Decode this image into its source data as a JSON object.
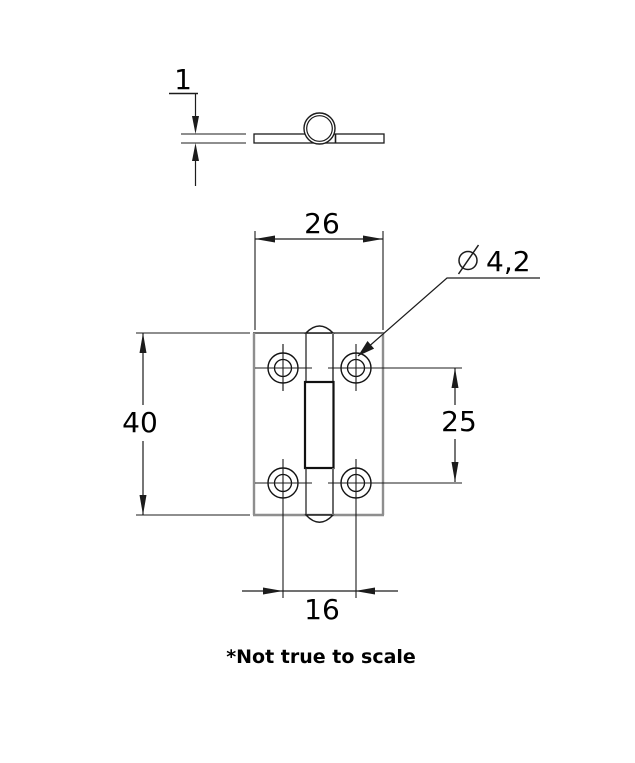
{
  "drawing": {
    "kind": "hinge-technical-drawing",
    "note": "*Not true to scale",
    "dimensions": {
      "thickness": "1",
      "width": "26",
      "height": "40",
      "hole_vertical_spacing": "25",
      "hole_horizontal_spacing": "16",
      "hole_diameter_symbol": "⌀",
      "hole_diameter_value": "4,2"
    },
    "colors": {
      "line": "#1c1c1c",
      "body_edge": "#8e8e8e",
      "text": "#000000",
      "background": "#ffffff"
    }
  }
}
